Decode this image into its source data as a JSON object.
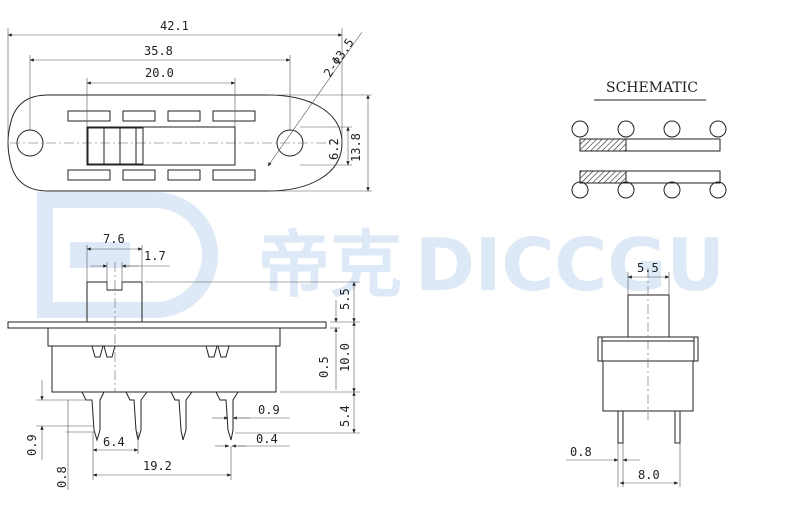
{
  "watermark": {
    "brand_cn": "帝克",
    "brand_en": "DICCGU",
    "color": "#dde9f6"
  },
  "top_view": {
    "overall_length": "42.1",
    "hole_pitch": "35.8",
    "slot_length": "20.0",
    "hole_spec": "2-Φ3.5",
    "inner_height": "6.2",
    "overall_height": "13.8"
  },
  "schematic": {
    "title": "SCHEMATIC"
  },
  "side_view": {
    "actuator_width": "7.6",
    "actuator_notch": "1.7",
    "actuator_height": "5.5",
    "plate_thickness": "0.5",
    "body_height": "10.0",
    "pin_length": "5.4",
    "pin_width": "0.9",
    "pin_tip": "0.4",
    "pin_pitch": "6.4",
    "pin_span": "19.2",
    "pin_shoulder": "0.9",
    "pin_thickness": "0.8"
  },
  "end_view": {
    "actuator_width": "5.5",
    "pin_thickness": "0.8",
    "pin_spacing": "8.0"
  }
}
